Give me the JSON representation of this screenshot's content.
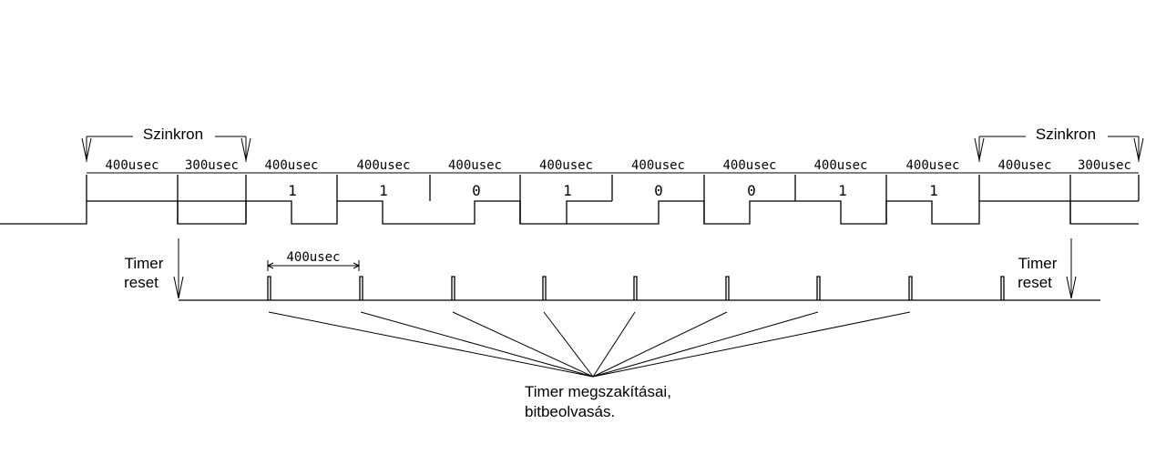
{
  "sync_left": {
    "label": "Szinkron"
  },
  "sync_right": {
    "label": "Szinkron"
  },
  "durations": [
    "400usec",
    "300usec",
    "400usec",
    "400usec",
    "400usec",
    "400usec",
    "400usec",
    "400usec",
    "400usec",
    "400usec",
    "400usec",
    "300usec"
  ],
  "bits": [
    "1",
    "1",
    "0",
    "1",
    "0",
    "0",
    "1",
    "1"
  ],
  "timer_reset_left": {
    "line1": "Timer",
    "line2": "reset"
  },
  "timer_reset_right": {
    "line1": "Timer",
    "line2": "reset"
  },
  "interrupt_interval": {
    "label": "400usec"
  },
  "caption": {
    "line1": "Timer megszakításai,",
    "line2": "bitbeolvasás."
  }
}
